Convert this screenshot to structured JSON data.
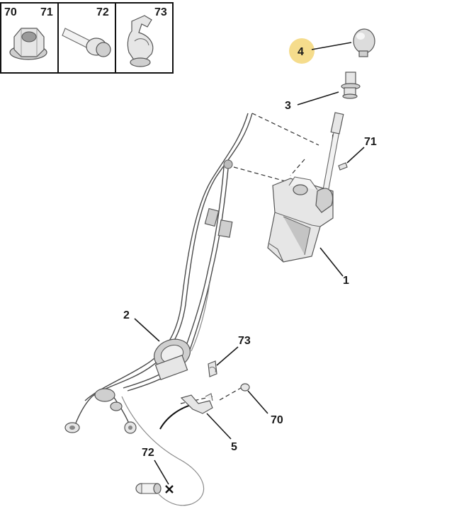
{
  "legend": {
    "cells": [
      {
        "numbers": [
          "70",
          "71"
        ],
        "icon": "flange-nut-icon"
      },
      {
        "numbers": [
          "72"
        ],
        "icon": "bolt-icon"
      },
      {
        "numbers": [
          "73"
        ],
        "icon": "cable-clip-icon"
      }
    ]
  },
  "callouts": {
    "knob": "4",
    "boot": "3",
    "screw_top": "71",
    "lever_housing": "1",
    "cables": "2",
    "clip": "73",
    "bracket": "5",
    "nut": "70",
    "bolt": "72"
  },
  "highlight_color": "#f5dc8c"
}
